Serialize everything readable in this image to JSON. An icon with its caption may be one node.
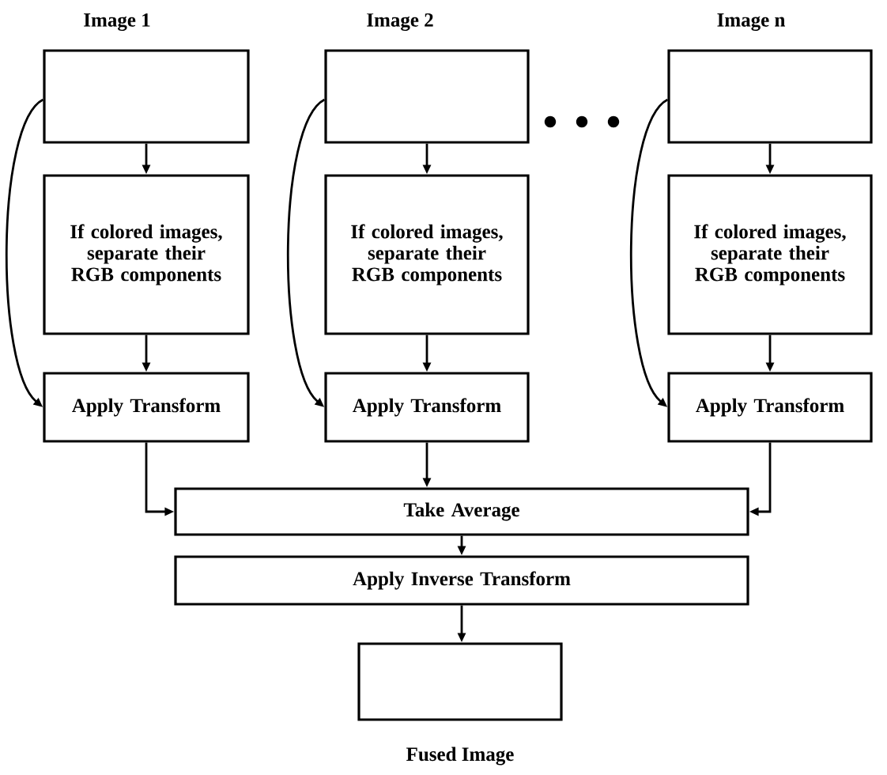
{
  "diagram": {
    "nodes": [
      {
        "text": [
          "Image 1"
        ]
      },
      {
        "text": [
          "If colored images, separate their RGB components"
        ]
      },
      {
        "text": [
          "Apply Transform"
        ]
      },
      {
        "text": [
          "Image 2"
        ]
      },
      {
        "text": [
          "If colored images, separate their RGB components"
        ]
      },
      {
        "text": [
          "Apply Transform"
        ]
      },
      {
        "text": [
          "Image n"
        ]
      },
      {
        "text": [
          "If colored images, separate their RGB components"
        ]
      },
      {
        "text": [
          "Apply Transform"
        ]
      },
      {
        "text": [
          "Take Average"
        ]
      },
      {
        "text": [
          "Apply Inverse Transform"
        ]
      },
      {
        "text": [
          "Fused Image"
        ]
      }
    ],
    "edges": [
      {
        "from": 0,
        "to": 1,
        "arrow": "to"
      },
      {
        "from": 1,
        "to": 2,
        "arrow": "to"
      },
      {
        "from": 0,
        "to": 2,
        "arrow": "to"
      },
      {
        "from": 3,
        "to": 4,
        "arrow": "to"
      },
      {
        "from": 4,
        "to": 5,
        "arrow": "to"
      },
      {
        "from": 3,
        "to": 5,
        "arrow": "to"
      },
      {
        "from": 6,
        "to": 7,
        "arrow": "to"
      },
      {
        "from": 7,
        "to": 8,
        "arrow": "to"
      },
      {
        "from": 6,
        "to": 8,
        "arrow": "to"
      },
      {
        "from": 2,
        "to": 9,
        "arrow": "to"
      },
      {
        "from": 5,
        "to": 9,
        "arrow": "to"
      },
      {
        "from": 8,
        "to": 9,
        "arrow": "to"
      },
      {
        "from": 9,
        "to": 10,
        "arrow": "to"
      },
      {
        "from": 10,
        "to": 11,
        "arrow": "to"
      }
    ]
  }
}
